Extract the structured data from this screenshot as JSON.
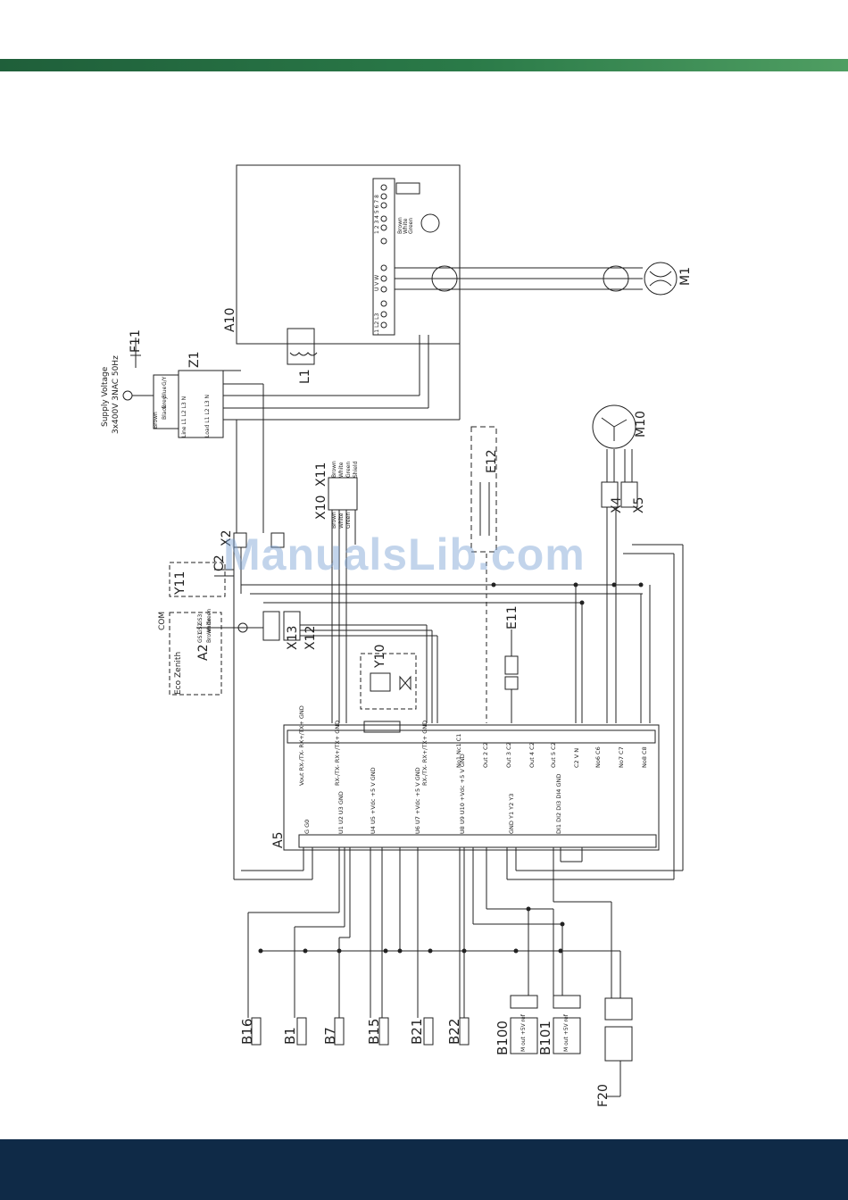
{
  "colors": {
    "top_band": "#2a7a48",
    "bottom_band": "#0f2a47",
    "line": "#222222",
    "watermark": "#78a0d2"
  },
  "watermark": "ManualsLib.com",
  "supply": {
    "line1": "Supply Voltage",
    "line2": "3x400V 3NAC 50Hz",
    "fuse": "F11"
  },
  "z1": {
    "id": "Z1",
    "wire_colors": [
      "G/Y",
      "Blue",
      "Grey",
      "Black",
      "Brown"
    ],
    "line_label": "Line L1 L2 L3 N",
    "load_label": "Load L1 L2 L3 N"
  },
  "a10": {
    "id": "A10",
    "upper_terminals": "1 2 3  4 5 6 7 8",
    "motor_terminals": "U V W",
    "supply_terminals": "L1 L2 L3",
    "wire_colors": [
      "Brown",
      "White",
      "Green"
    ]
  },
  "l1": {
    "id": "L1"
  },
  "m1": {
    "id": "M1"
  },
  "m10": {
    "id": "M10"
  },
  "x10": {
    "id": "X10",
    "wires": [
      "Brown",
      "White",
      "Green"
    ]
  },
  "x11": {
    "id": "X11",
    "wires": [
      "Brown",
      "White",
      "Green",
      "Shield"
    ]
  },
  "x4": {
    "id": "X4"
  },
  "x5": {
    "id": "X5"
  },
  "e12": {
    "id": "E12"
  },
  "e11": {
    "id": "E11"
  },
  "x2": {
    "id": "X2"
  },
  "c2": {
    "id": "C2"
  },
  "y11": {
    "id": "Y11"
  },
  "a2": {
    "id": "A2",
    "line1": "COM",
    "line2": "Eco Zenith",
    "terminals": [
      "GS3",
      "GS2",
      "GS1"
    ],
    "wires": [
      "Green",
      "White",
      "Brown"
    ]
  },
  "x12": {
    "id": "X12"
  },
  "x13": {
    "id": "X13"
  },
  "y10": {
    "id": "Y10"
  },
  "a5": {
    "id": "A5",
    "top_groups": [
      "Vout RX-/TX- RX+/TX+ GND",
      "RX-/TX- RX+/TX+ GND",
      "RX-/TX- RX+/TX+ GND",
      "No1 Nc1 C1",
      "Out 2 C2",
      "Out 3 C2",
      "Out 4 C2",
      "Out 5 C2",
      "C2 V N",
      "No6 C6",
      "No7 C7",
      "No8 C8"
    ],
    "bottom_groups": [
      "G G0",
      "U1 U2 U3 GND",
      "U4 U5 +Vdc +5 V GND",
      "U6 U7 +Vdc +5 V GND",
      "U8 U9 U10 +Vdc +5 V GND",
      "GND Y1 Y2 Y3",
      "DI1 DI2 DI3 DI4 GND"
    ]
  },
  "sensors": [
    "B16",
    "B1",
    "B7",
    "B15",
    "B21",
    "B22",
    "B100",
    "B101"
  ],
  "transducer_pins": "M out +5V ref",
  "f20": {
    "id": "F20"
  }
}
